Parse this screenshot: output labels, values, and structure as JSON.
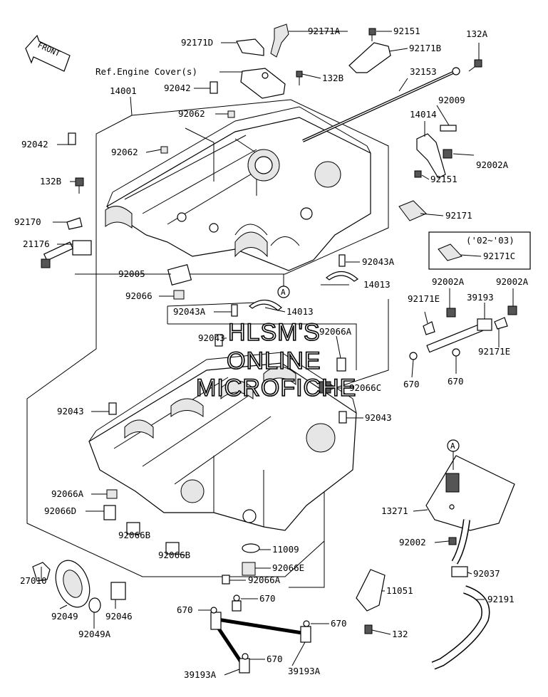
{
  "watermark": [
    "HLSM'S",
    "ONLINE",
    "MICROFICHE"
  ],
  "front_arrow": "FRONT",
  "note": "('02~'03)",
  "reference_marker": "A",
  "labels": {
    "p92171A": "92171A",
    "p92151_top": "92151",
    "p132A": "132A",
    "p92171D": "92171D",
    "p92171B": "92171B",
    "ref_cover": "Ref.Engine Cover(s)",
    "p132B_top": "132B",
    "p32153": "32153",
    "p14001": "14001",
    "p92042_top": "92042",
    "p92009": "92009",
    "p92062_top": "92062",
    "p14014": "14014",
    "p92042_left": "92042",
    "p92062_left": "92062",
    "p92002A_right": "92002A",
    "p132B_left": "132B",
    "p92151_mid": "92151",
    "p92170": "92170",
    "p92171": "92171",
    "p21176": "21176",
    "p92171C": "92171C",
    "p92005": "92005",
    "p92043A_right": "92043A",
    "p92066": "92066",
    "p14013_right": "14013",
    "p92002A_a": "92002A",
    "p92002A_b": "92002A",
    "p92171E_a": "92171E",
    "p39193": "39193",
    "p92043A_left": "92043A",
    "p14013_left": "14013",
    "p92043_top": "92043",
    "p92066A_top": "92066A",
    "p92171E_b": "92171E",
    "p670_a": "670",
    "p670_b": "670",
    "p92066C": "92066C",
    "p92043_left": "92043",
    "p92043_right": "92043",
    "p92066A_left": "92066A",
    "p13271": "13271",
    "p92066D": "92066D",
    "p92002": "92002",
    "p92066B_a": "92066B",
    "p11009": "11009",
    "p27010": "27010",
    "p92066E": "92066E",
    "p92037": "92037",
    "p92066B_b": "92066B",
    "p92066A_bottom": "92066A",
    "p11051": "11051",
    "p92191": "92191",
    "p92049": "92049",
    "p92046": "92046",
    "p670_c": "670",
    "p670_d": "670",
    "p670_e": "670",
    "p92049A": "92049A",
    "p132": "132",
    "p670_f": "670",
    "p39193A_a": "39193A",
    "p39193A_b": "39193A"
  }
}
